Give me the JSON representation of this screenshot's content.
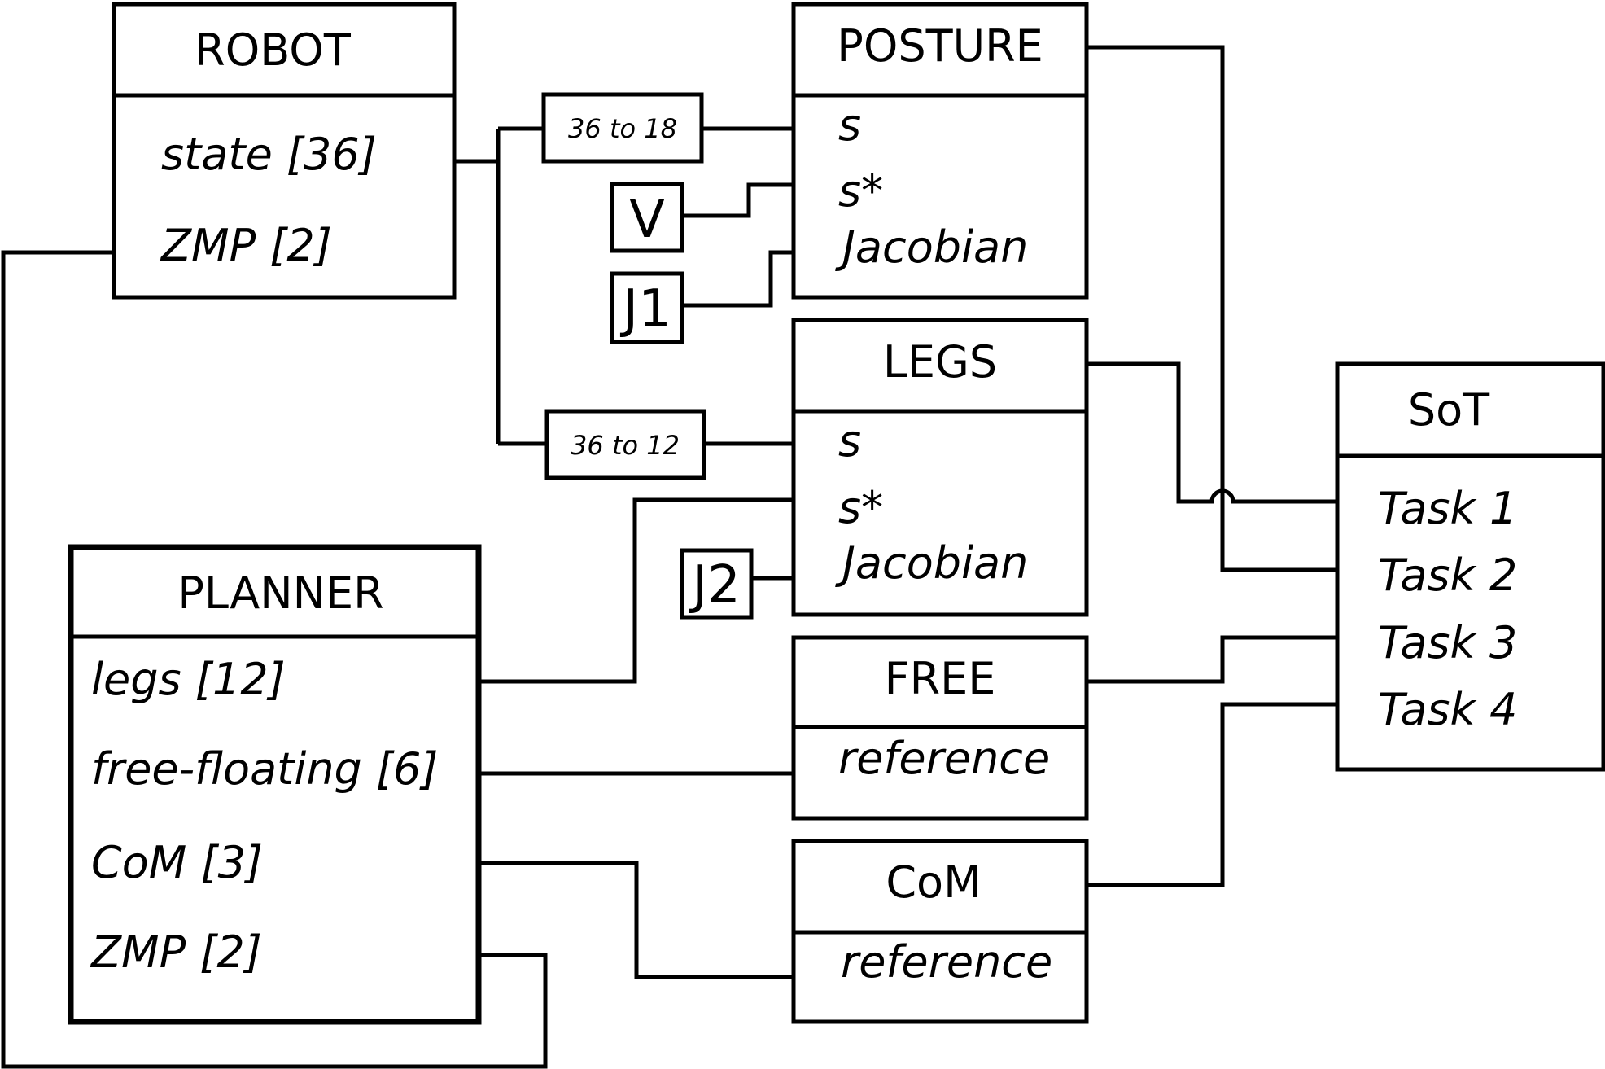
{
  "robot": {
    "title": "ROBOT",
    "ports": [
      "state [36]",
      "ZMP [2]"
    ]
  },
  "posture": {
    "title": "POSTURE",
    "ports": [
      "s",
      "s*",
      "Jacobian"
    ]
  },
  "legs": {
    "title": "LEGS",
    "ports": [
      "s",
      "s*",
      "Jacobian"
    ]
  },
  "free": {
    "title": "FREE",
    "ports": [
      "reference"
    ]
  },
  "com": {
    "title": "CoM",
    "ports": [
      "reference"
    ]
  },
  "planner": {
    "title": "PLANNER",
    "ports": [
      "legs [12]",
      "free-floating [6]",
      "CoM [3]",
      "ZMP [2]"
    ]
  },
  "sot": {
    "title": "SoT",
    "ports": [
      "Task 1",
      "Task 2",
      "Task 3",
      "Task 4"
    ]
  },
  "converters": {
    "to18": "36 to 18",
    "to12": "36 to 12"
  },
  "signals": {
    "v": "V",
    "j1": "J1",
    "j2": "J2"
  }
}
